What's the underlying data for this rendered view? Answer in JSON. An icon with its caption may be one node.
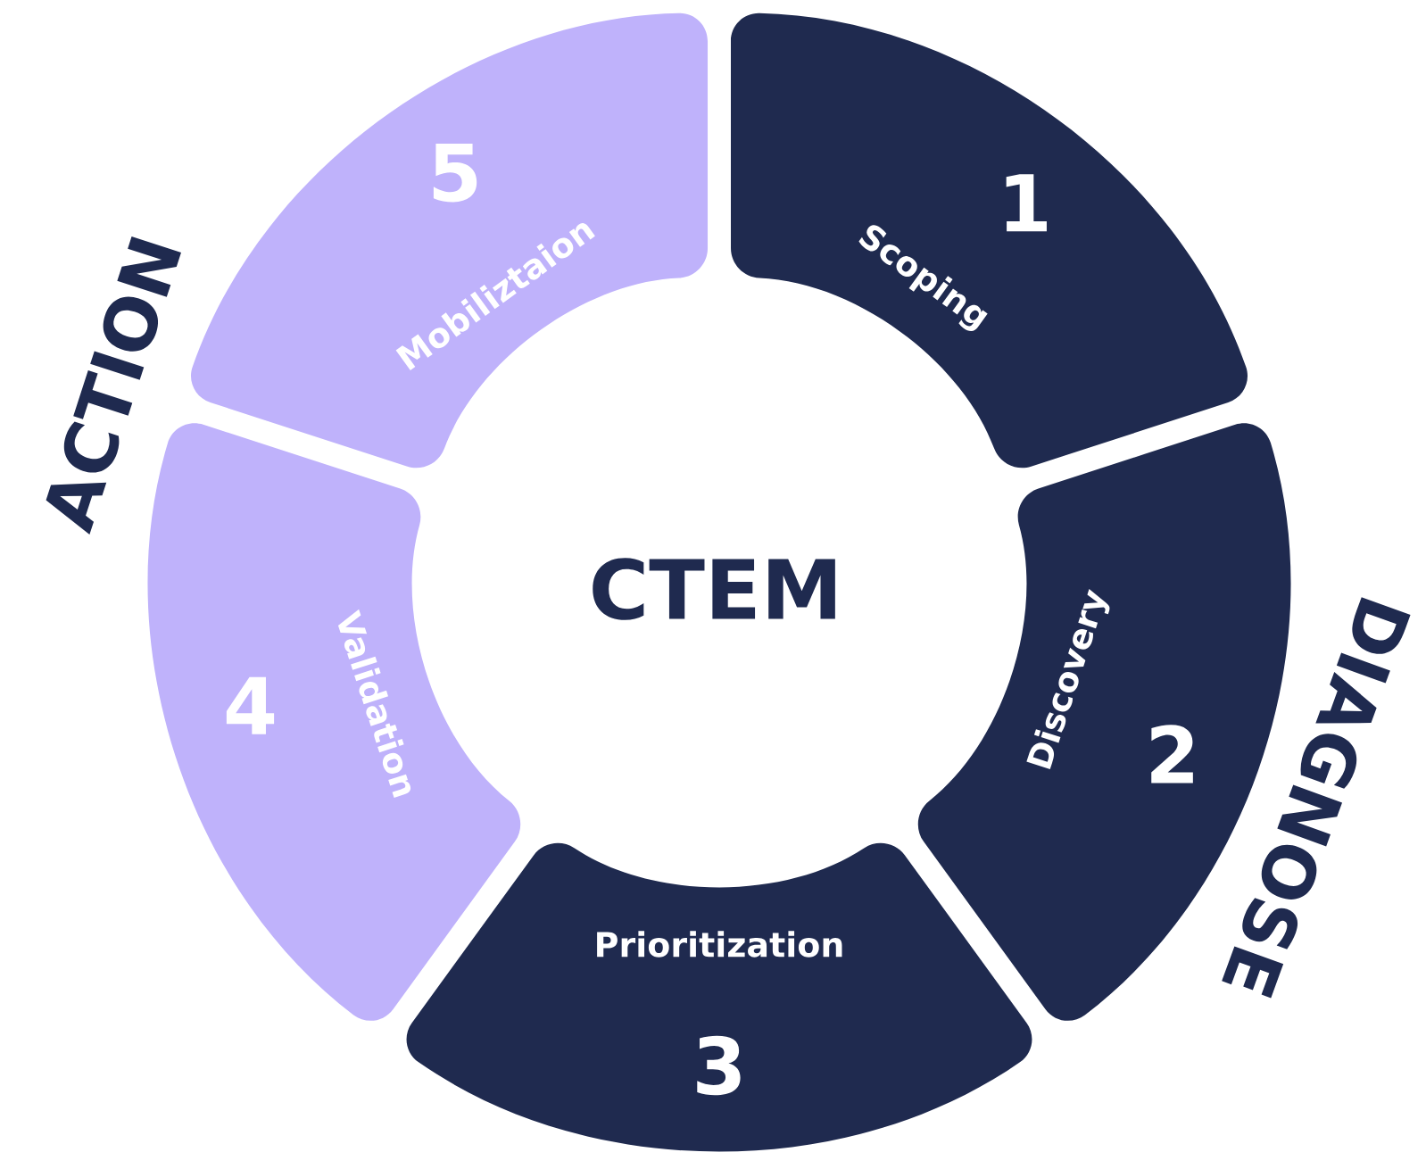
{
  "diagram": {
    "nodes": [
      {
        "text": [
          "CTEM"
        ]
      },
      {
        "text": [
          "1",
          "Scoping"
        ]
      },
      {
        "text": [
          "2",
          "Discovery"
        ]
      },
      {
        "text": [
          "Prioritization",
          "3"
        ]
      },
      {
        "text": [
          "4",
          "Validation"
        ]
      },
      {
        "text": [
          "5",
          "Mobiliztaion"
        ]
      }
    ],
    "labels": [
      "ACTION",
      "DIAGNOSE"
    ]
  }
}
